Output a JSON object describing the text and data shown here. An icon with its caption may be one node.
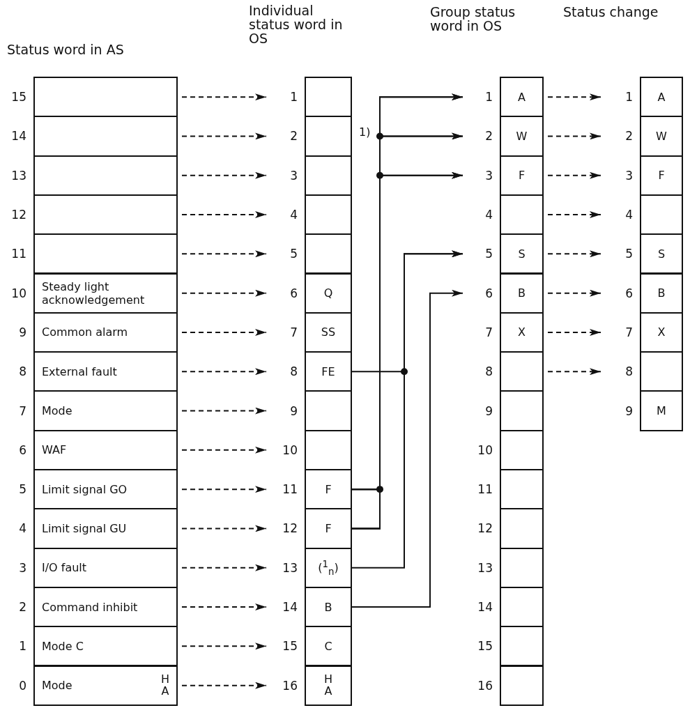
{
  "diagram": {
    "nodes": [
      {
        "text": [],
        "shape": "box",
        "beside": [
          "15"
        ]
      },
      {
        "text": [],
        "shape": "box",
        "beside": [
          "14"
        ]
      },
      {
        "text": [],
        "shape": "box",
        "beside": [
          "13"
        ]
      },
      {
        "text": [],
        "shape": "box",
        "beside": [
          "12"
        ]
      },
      {
        "text": [],
        "shape": "box",
        "beside": [
          "11"
        ]
      },
      {
        "text": [
          "Steady light acknowledgement"
        ],
        "beside": [
          "10"
        ]
      },
      {
        "text": [
          "Common alarm"
        ],
        "beside": [
          "9"
        ]
      },
      {
        "text": [
          "External fault"
        ],
        "beside": [
          "8"
        ]
      },
      {
        "text": [
          "Mode"
        ],
        "beside": [
          "7"
        ]
      },
      {
        "text": [
          "WAF"
        ],
        "beside": [
          "6"
        ]
      },
      {
        "text": [
          "Limit signal GO"
        ],
        "beside": [
          "5"
        ]
      },
      {
        "text": [
          "Limit signal GU"
        ],
        "beside": [
          "4"
        ]
      },
      {
        "text": [
          "I/O fault"
        ],
        "beside": [
          "3"
        ]
      },
      {
        "text": [
          "Command inhibit"
        ],
        "beside": [
          "2"
        ]
      },
      {
        "text": [
          "Mode C"
        ],
        "beside": [
          "1"
        ]
      },
      {
        "text": [
          "Mode",
          "H A"
        ],
        "beside": [
          "0"
        ]
      },
      {
        "text": [],
        "shape": "box",
        "beside": [
          "1"
        ]
      },
      {
        "text": [],
        "shape": "box",
        "beside": [
          "2"
        ]
      },
      {
        "text": [],
        "shape": "box",
        "beside": [
          "3"
        ]
      },
      {
        "text": [],
        "shape": "box",
        "beside": [
          "4"
        ]
      },
      {
        "text": [],
        "shape": "box",
        "beside": [
          "5"
        ]
      },
      {
        "text": [
          "Q"
        ],
        "beside": [
          "6"
        ]
      },
      {
        "text": [
          "SS"
        ],
        "beside": [
          "7"
        ]
      },
      {
        "text": [
          "FE"
        ],
        "beside": [
          "8"
        ]
      },
      {
        "text": [],
        "shape": "box",
        "beside": [
          "9"
        ]
      },
      {
        "text": [],
        "shape": "box",
        "beside": [
          "10"
        ]
      },
      {
        "text": [
          "F"
        ],
        "beside": [
          "11"
        ]
      },
      {
        "text": [
          "F"
        ],
        "beside": [
          "12"
        ]
      },
      {
        "text": [
          "($^{1}$$_{n}$)"
        ],
        "beside": [
          "13"
        ]
      },
      {
        "text": [
          "B"
        ],
        "beside": [
          "14"
        ]
      },
      {
        "text": [
          "C"
        ],
        "beside": [
          "15"
        ]
      },
      {
        "text": [
          "H A"
        ],
        "beside": [
          "16"
        ]
      },
      {
        "text": [
          "A"
        ],
        "beside": [
          "1"
        ]
      },
      {
        "text": [
          "W"
        ],
        "beside": [
          "2"
        ]
      },
      {
        "text": [
          "F"
        ],
        "beside": [
          "3"
        ]
      },
      {
        "text": [],
        "shape": "box",
        "beside": [
          "4"
        ]
      },
      {
        "text": [
          "S"
        ],
        "beside": [
          "5"
        ]
      },
      {
        "text": [
          "B"
        ],
        "beside": [
          "6"
        ]
      },
      {
        "text": [
          "X"
        ],
        "beside": [
          "7"
        ]
      },
      {
        "text": [],
        "shape": "box",
        "beside": [
          "8"
        ]
      },
      {
        "text": [],
        "shape": "box",
        "beside": [
          "9"
        ]
      },
      {
        "text": [],
        "shape": "box",
        "beside": [
          "10"
        ]
      },
      {
        "text": [],
        "shape": "box",
        "beside": [
          "11"
        ]
      },
      {
        "text": [],
        "shape": "box",
        "beside": [
          "12"
        ]
      },
      {
        "text": [],
        "shape": "box",
        "beside": [
          "13"
        ]
      },
      {
        "text": [],
        "shape": "box",
        "beside": [
          "14"
        ]
      },
      {
        "text": [],
        "shape": "box",
        "beside": [
          "15"
        ]
      },
      {
        "text": [],
        "shape": "box",
        "beside": [
          "16"
        ]
      },
      {
        "text": [
          "A"
        ],
        "beside": [
          "1"
        ]
      },
      {
        "text": [
          "W"
        ],
        "beside": [
          "2"
        ]
      },
      {
        "text": [
          "F"
        ],
        "beside": [
          "3"
        ]
      },
      {
        "text": [],
        "shape": "box",
        "beside": [
          "4"
        ]
      },
      {
        "text": [
          "S"
        ],
        "beside": [
          "5"
        ]
      },
      {
        "text": [
          "B"
        ],
        "beside": [
          "6"
        ]
      },
      {
        "text": [
          "X"
        ],
        "beside": [
          "7"
        ]
      },
      {
        "text": [],
        "shape": "box",
        "beside": [
          "8"
        ]
      },
      {
        "text": [
          "M"
        ],
        "beside": [
          "9"
        ]
      }
    ],
    "edges": [
      {
        "from": 0,
        "to": 16,
        "arrow": "to",
        "style": "dashed"
      },
      {
        "from": 1,
        "to": 17,
        "arrow": "to",
        "style": "dashed"
      },
      {
        "from": 2,
        "to": 18,
        "arrow": "to",
        "style": "dashed"
      },
      {
        "from": 3,
        "to": 19,
        "arrow": "to",
        "style": "dashed"
      },
      {
        "from": 4,
        "to": 20,
        "arrow": "to",
        "style": "dashed"
      },
      {
        "from": 5,
        "to": 21,
        "arrow": "to",
        "style": "dashed"
      },
      {
        "from": 6,
        "to": 22,
        "arrow": "to",
        "style": "dashed"
      },
      {
        "from": 7,
        "to": 23,
        "arrow": "to",
        "style": "dashed"
      },
      {
        "from": 8,
        "to": 24,
        "arrow": "to",
        "style": "dashed"
      },
      {
        "from": 9,
        "to": 25,
        "arrow": "to",
        "style": "dashed"
      },
      {
        "from": 10,
        "to": 26,
        "arrow": "to",
        "style": "dashed"
      },
      {
        "from": 11,
        "to": 27,
        "arrow": "to",
        "style": "dashed"
      },
      {
        "from": 12,
        "to": 28,
        "arrow": "to",
        "style": "dashed"
      },
      {
        "from": 13,
        "to": 29,
        "arrow": "to",
        "style": "dashed"
      },
      {
        "from": 14,
        "to": 30,
        "arrow": "to",
        "style": "dashed"
      },
      {
        "from": 15,
        "to": 31,
        "arrow": "to",
        "style": "dashed"
      },
      {
        "from": 26,
        "to": 32,
        "arrow": "to"
      },
      {
        "from": 26,
        "to": 33,
        "arrow": "to"
      },
      {
        "from": 26,
        "to": 34,
        "arrow": "to"
      },
      {
        "from": 27,
        "to": 32,
        "arrow": "to"
      },
      {
        "from": 27,
        "to": 33,
        "arrow": "to"
      },
      {
        "from": 27,
        "to": 34,
        "arrow": "to"
      },
      {
        "from": 23,
        "to": 36,
        "arrow": "to"
      },
      {
        "from": 28,
        "to": 36,
        "arrow": "to"
      },
      {
        "from": 29,
        "to": 37,
        "arrow": "to"
      },
      {
        "from": 32,
        "to": 48,
        "arrow": "to",
        "style": "dashed"
      },
      {
        "from": 33,
        "to": 49,
        "arrow": "to",
        "style": "dashed"
      },
      {
        "from": 34,
        "to": 50,
        "arrow": "to",
        "style": "dashed"
      },
      {
        "from": 35,
        "to": 51,
        "arrow": "to",
        "style": "dashed"
      },
      {
        "from": 36,
        "to": 52,
        "arrow": "to",
        "style": "dashed"
      },
      {
        "from": 37,
        "to": 53,
        "arrow": "to",
        "style": "dashed"
      },
      {
        "from": 38,
        "to": 54,
        "arrow": "to",
        "style": "dashed"
      },
      {
        "from": 39,
        "to": 55,
        "arrow": "to",
        "style": "dashed"
      }
    ],
    "labels": [
      "Status word in AS",
      "Individual status word in OS",
      "Group status word in OS",
      "Status change",
      "1)"
    ]
  }
}
